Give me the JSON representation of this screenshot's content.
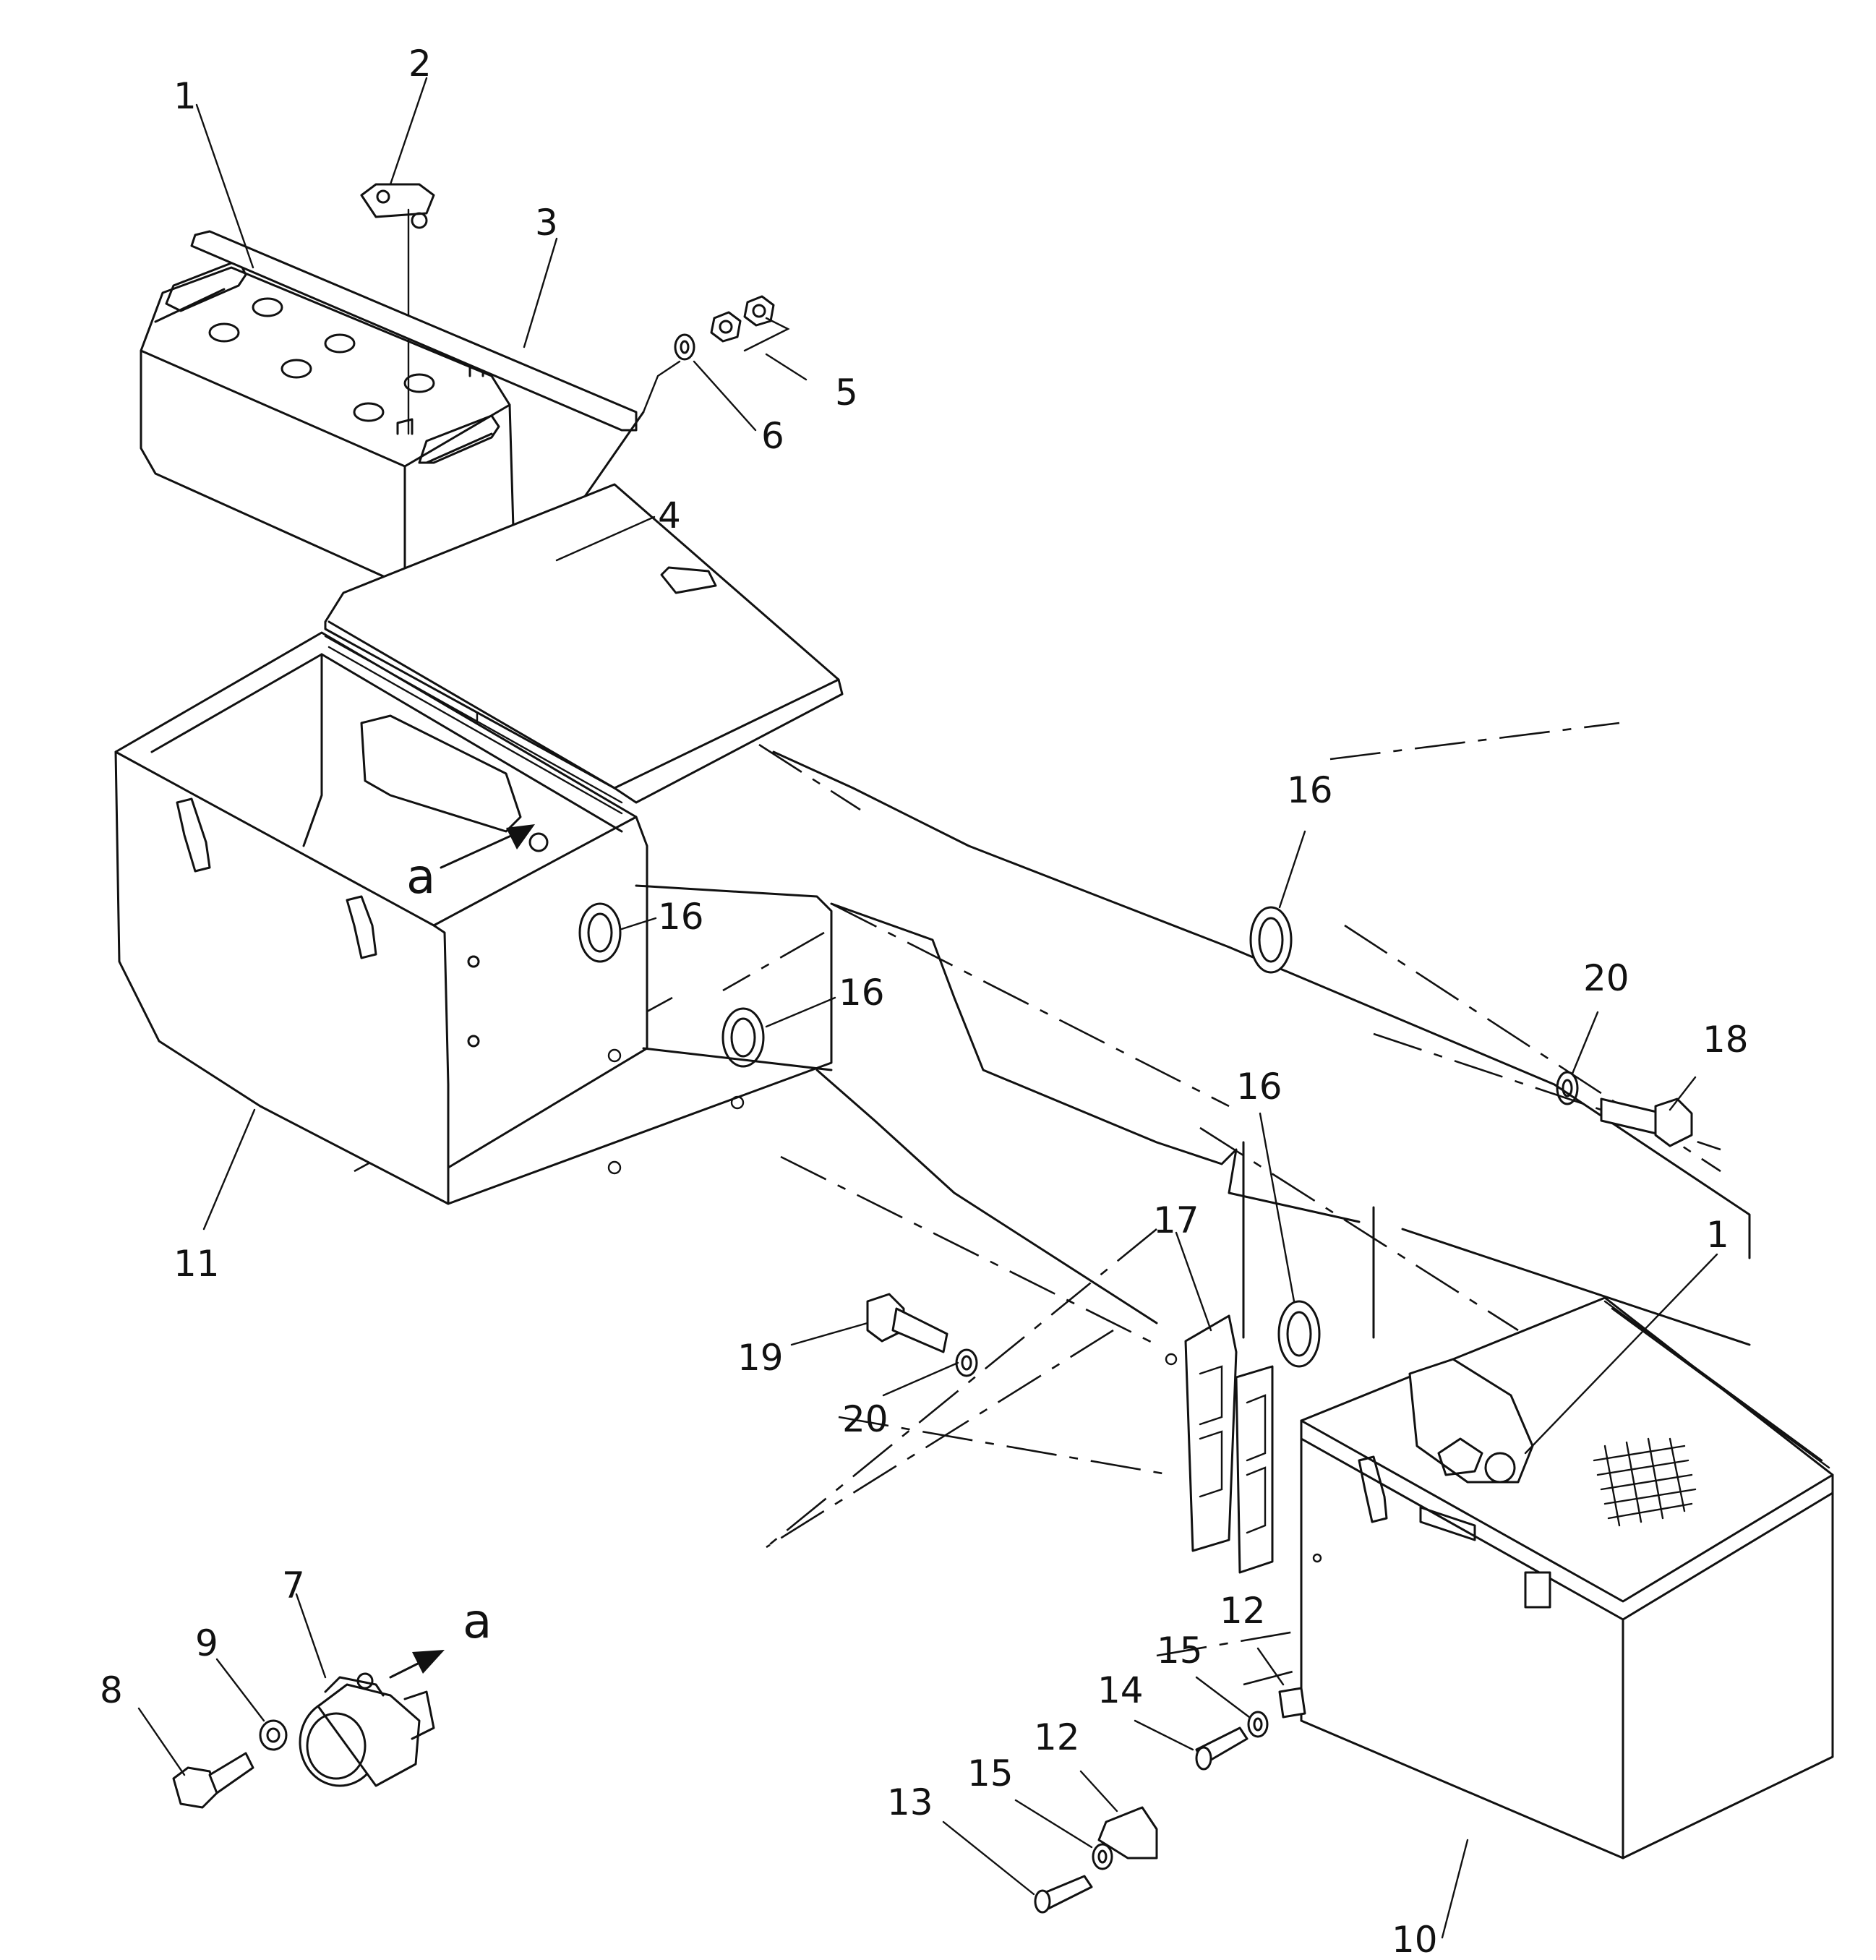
{
  "callouts": [
    {
      "id": "c1a",
      "label": "1"
    },
    {
      "id": "c2",
      "label": "2"
    },
    {
      "id": "c3",
      "label": "3"
    },
    {
      "id": "c4",
      "label": "4"
    },
    {
      "id": "c5",
      "label": "5"
    },
    {
      "id": "c6",
      "label": "6"
    },
    {
      "id": "c16a",
      "label": "16"
    },
    {
      "id": "c16b",
      "label": "16"
    },
    {
      "id": "c16c",
      "label": "16"
    },
    {
      "id": "c16d",
      "label": "16"
    },
    {
      "id": "c11",
      "label": "11"
    },
    {
      "id": "c20a",
      "label": "20"
    },
    {
      "id": "c18",
      "label": "18"
    },
    {
      "id": "c1b",
      "label": "1"
    },
    {
      "id": "c17",
      "label": "17"
    },
    {
      "id": "c19",
      "label": "19"
    },
    {
      "id": "c20b",
      "label": "20"
    },
    {
      "id": "c7",
      "label": "7"
    },
    {
      "id": "c8",
      "label": "8"
    },
    {
      "id": "c9",
      "label": "9"
    },
    {
      "id": "c12a",
      "label": "12"
    },
    {
      "id": "c15a",
      "label": "15"
    },
    {
      "id": "c14",
      "label": "14"
    },
    {
      "id": "c12b",
      "label": "12"
    },
    {
      "id": "c15b",
      "label": "15"
    },
    {
      "id": "c13",
      "label": "13"
    },
    {
      "id": "c10",
      "label": "10"
    }
  ],
  "view_letters": [
    {
      "id": "va1",
      "label": "a"
    },
    {
      "id": "va2",
      "label": "a"
    }
  ]
}
